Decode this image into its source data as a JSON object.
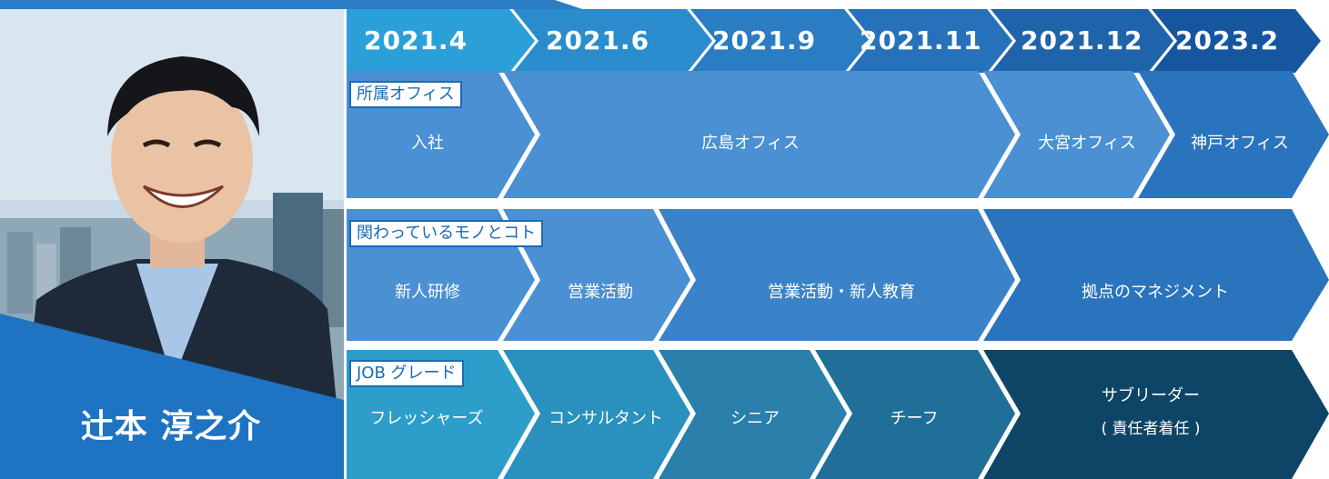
{
  "profile": {
    "name": "辻本 淳之介",
    "photo": "portrait-photo"
  },
  "timeline": {
    "years": [
      "2021.4",
      "2021.6",
      "2021.9",
      "2021.11",
      "2021.12",
      "2023.2"
    ],
    "rows": {
      "office": {
        "label": "所属オフィス",
        "cells": [
          "入社",
          "広島オフィス",
          "大宮オフィス",
          "神戸オフィス"
        ]
      },
      "work": {
        "label": "関わっているモノとコト",
        "cells": [
          "新人研修",
          "営業活動",
          "営業活動・新人教育",
          "拠点のマネジメント"
        ]
      },
      "grade": {
        "label": "JOB グレード",
        "cells": [
          "フレッシャーズ",
          "コンサルタント",
          "シニア",
          "チーフ",
          "サブリーダー",
          "( 責任者着任 )"
        ]
      }
    }
  },
  "colors": {
    "accent": "#1a6bb7",
    "year_band": [
      "#2ba0d8",
      "#2a8ccd",
      "#2a7cc3",
      "#2671b9",
      "#1f63ab",
      "#16569e"
    ],
    "office_cells": [
      "#4a90d2",
      "#4a90d2",
      "#4a90d2",
      "#2a74bd"
    ],
    "work_cells": [
      "#4a90d2",
      "#4a90d2",
      "#3b83c8",
      "#2a74bd"
    ],
    "grade_cells": [
      "#2d9ec9",
      "#2a90bd",
      "#2a7fab",
      "#1f6f98",
      "#0e4566"
    ]
  }
}
